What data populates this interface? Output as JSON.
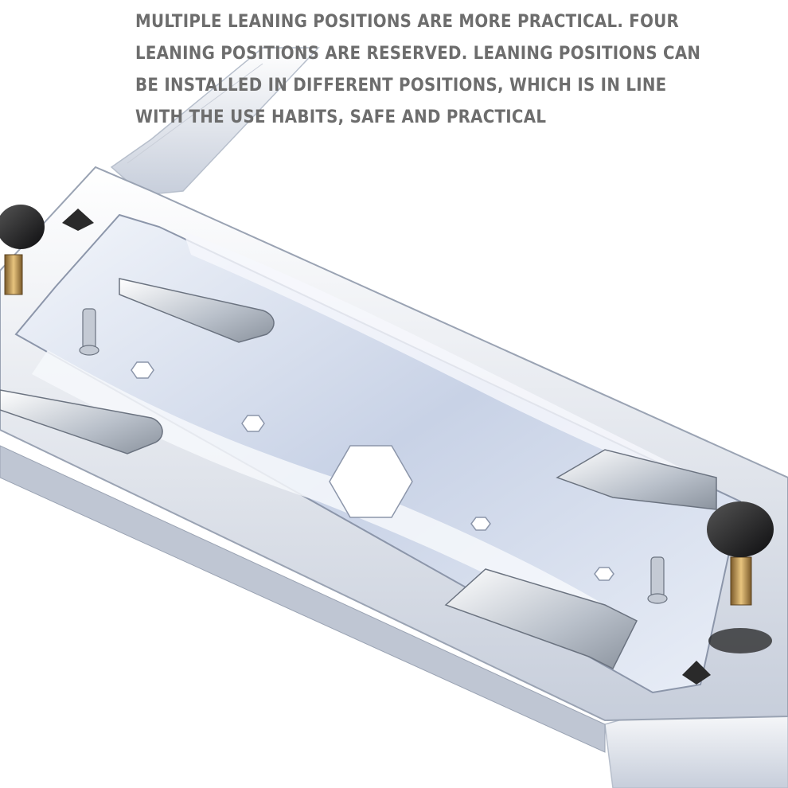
{
  "caption": {
    "lines": [
      "MULTIPLE LEANING POSITIONS ARE MORE PRACTICAL. FOUR",
      "LEANING POSITIONS ARE RESERVED. LEANING POSITIONS CAN",
      "BE INSTALLED IN DIFFERENT POSITIONS, WHICH IS IN LINE",
      "WITH THE USE HABITS, SAFE AND PRACTICAL"
    ],
    "color": "#6d6d6d"
  },
  "product": {
    "icons": [
      "knob-icon",
      "screw-icon",
      "clamp-icon",
      "hex-hole-icon",
      "arrow-marker-icon"
    ],
    "colors": {
      "plate": "#c9d3e6",
      "plate_light": "#eef2f9",
      "knob": "#1c1c1e",
      "brass": "#b8894a"
    }
  }
}
